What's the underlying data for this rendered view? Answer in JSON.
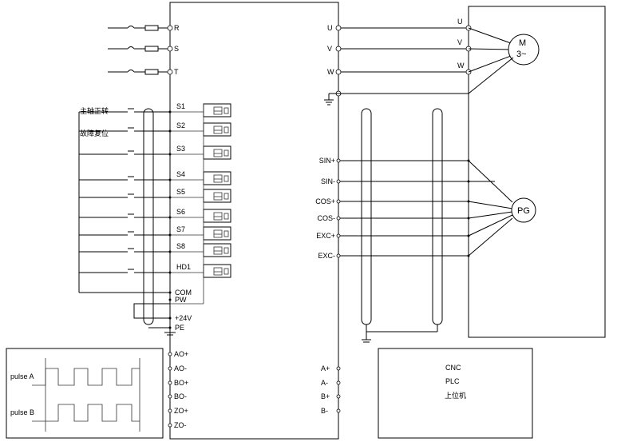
{
  "power_terminals": [
    "R",
    "S",
    "T"
  ],
  "motor_terminals": [
    "U",
    "V",
    "W"
  ],
  "motor": {
    "label_top": "M",
    "label_bottom": "3~"
  },
  "digital_inputs": [
    "S1",
    "S2",
    "S3",
    "S4",
    "S5",
    "S6",
    "S7",
    "S8",
    "HD1"
  ],
  "input_functions": [
    "主轴正转",
    "故障复位"
  ],
  "common_terminals": [
    "COM",
    "PW",
    "+24V",
    "PE"
  ],
  "encoder_terminals": [
    "SIN+",
    "SIN-",
    "COS+",
    "COS-",
    "EXC+",
    "EXC-"
  ],
  "encoder": {
    "label": "PG"
  },
  "analog_outputs": [
    "AO+",
    "AO-",
    "BO+",
    "BO-",
    "ZO+",
    "ZO-"
  ],
  "pulse_box": {
    "labels": [
      "pulse A",
      "pulse B"
    ]
  },
  "comm_terminals": [
    "A+",
    "A-",
    "B+",
    "B-"
  ],
  "host_box": {
    "lines": [
      "CNC",
      "PLC",
      "上位机"
    ]
  }
}
